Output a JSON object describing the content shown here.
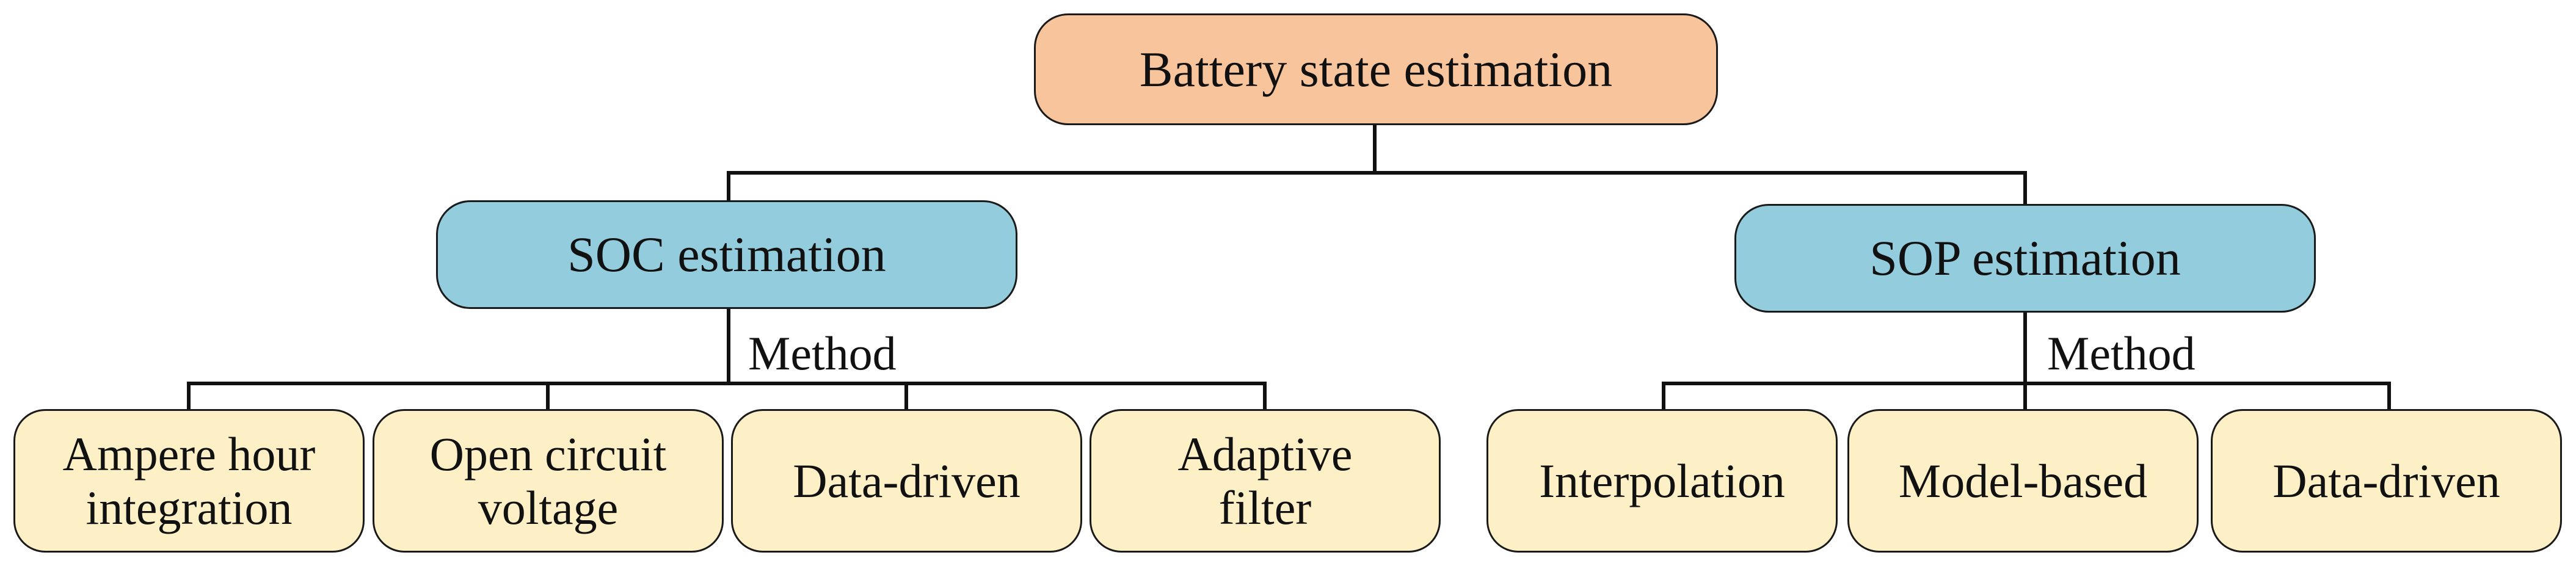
{
  "diagram": {
    "root": {
      "label": "Battery state estimation"
    },
    "soc": {
      "label": "SOC estimation",
      "method_label": "Method",
      "methods": [
        {
          "line1": "Ampere hour",
          "line2": "integration"
        },
        {
          "line1": "Open circuit",
          "line2": "voltage"
        },
        {
          "line1": "Data-driven",
          "line2": ""
        },
        {
          "line1": "Adaptive",
          "line2": "filter"
        }
      ]
    },
    "sop": {
      "label": "SOP estimation",
      "method_label": "Method",
      "methods": [
        {
          "line1": "Interpolation",
          "line2": ""
        },
        {
          "line1": "Model-based",
          "line2": ""
        },
        {
          "line1": "Data-driven",
          "line2": ""
        }
      ]
    },
    "colors": {
      "root_fill": "#f8c49c",
      "mid_fill": "#93ccdc",
      "leaf_fill": "#fdf0c6",
      "line": "#111111"
    }
  }
}
